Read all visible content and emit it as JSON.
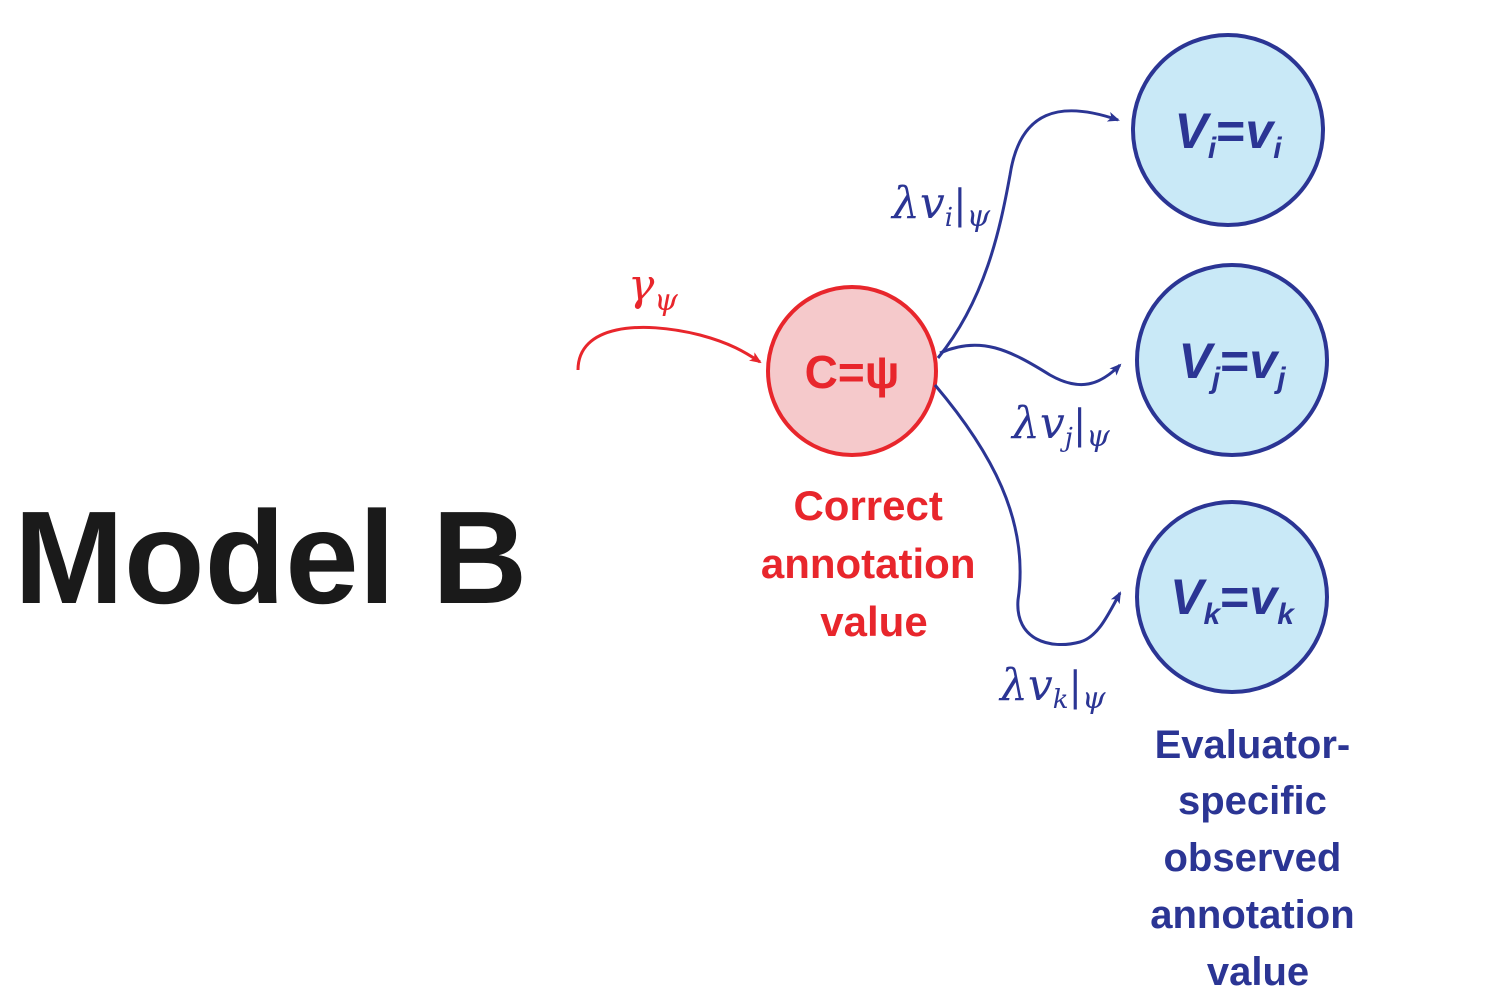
{
  "model_title": "Model B",
  "colors": {
    "correct": "#e8262c",
    "correct_fill": "#f5c9cb",
    "evaluator": "#2b3594",
    "evaluator_fill": "#c9e9f7",
    "title": "#1a1a1a"
  },
  "correct_node": {
    "label": "C=ψ",
    "caption": [
      "Correct",
      "annotation",
      "value"
    ]
  },
  "prior_label": {
    "symbol": "γ",
    "sub": "ψ"
  },
  "evaluator_nodes": [
    {
      "V": "V",
      "idx": "i",
      "eq": "=",
      "v": "v",
      "vidx": "i"
    },
    {
      "V": "V",
      "idx": "j",
      "eq": "=",
      "v": "v",
      "vidx": "j"
    },
    {
      "V": "V",
      "idx": "k",
      "eq": "=",
      "v": "v",
      "vidx": "k"
    }
  ],
  "edge_labels": [
    {
      "lambda": "λ",
      "v": "v",
      "sub": "i",
      "bar": "|",
      "cond": "ψ"
    },
    {
      "lambda": "λ",
      "v": "v",
      "sub": "j",
      "bar": "|",
      "cond": "ψ"
    },
    {
      "lambda": "λ",
      "v": "v",
      "sub": "k",
      "bar": "|",
      "cond": "ψ"
    }
  ],
  "evaluator_caption": [
    "Evaluator-",
    "specific",
    "observed",
    "annotation",
    "value"
  ]
}
